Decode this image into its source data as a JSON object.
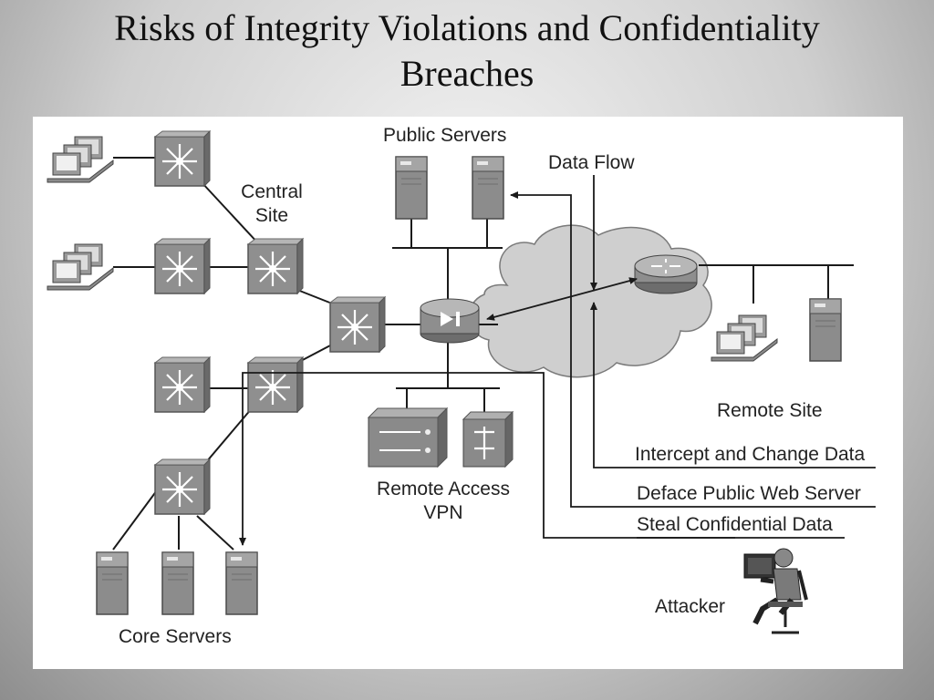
{
  "slide": {
    "title_line1": "Risks of Integrity Violations and Confidentiality",
    "title_line2": "Breaches"
  },
  "diagram": {
    "labels": {
      "public_servers": "Public Servers",
      "data_flow": "Data Flow",
      "central_site_1": "Central",
      "central_site_2": "Site",
      "remote_site": "Remote Site",
      "remote_access_vpn_1": "Remote Access",
      "remote_access_vpn_2": "VPN",
      "core_servers": "Core Servers",
      "attacker": "Attacker"
    },
    "threats": {
      "intercept": "Intercept and Change Data",
      "deface": "Deface Public Web Server",
      "steal": "Steal Confidential Data"
    }
  },
  "colors": {
    "device_gray": "#8a8a8a",
    "device_dark": "#5c5c5c",
    "cloud": "#cfcfcf",
    "line": "#1a1a1a"
  }
}
